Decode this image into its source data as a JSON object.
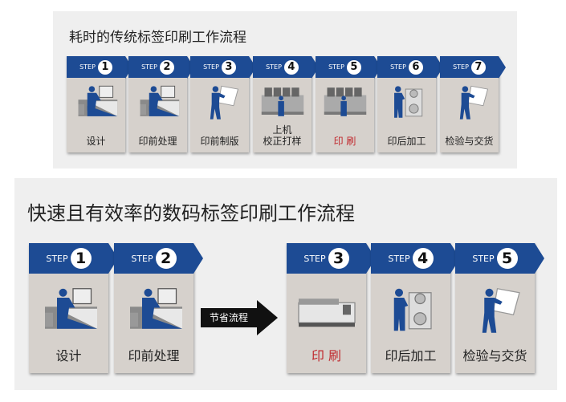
{
  "traditional": {
    "title": "耗时的传统标签印刷工作流程",
    "steps": [
      {
        "step": "STEP",
        "num": "1",
        "label": "设计",
        "icon": "designer-at-computer"
      },
      {
        "step": "STEP",
        "num": "2",
        "label": "印前处理",
        "icon": "designer-at-computer"
      },
      {
        "step": "STEP",
        "num": "3",
        "label": "印前制版",
        "icon": "worker-holding-plate"
      },
      {
        "step": "STEP",
        "num": "4",
        "label": "上机\n校正打样",
        "icon": "printing-press"
      },
      {
        "step": "STEP",
        "num": "5",
        "label": "印 刷",
        "icon": "printing-press"
      },
      {
        "step": "STEP",
        "num": "6",
        "label": "印后加工",
        "icon": "finishing-machine"
      },
      {
        "step": "STEP",
        "num": "7",
        "label": "检验与交货",
        "icon": "worker-holding-plate"
      }
    ]
  },
  "digital": {
    "title": "快速且有效率的数码标签印刷工作流程",
    "arrow_label": "节省流程",
    "steps": [
      {
        "step": "STEP",
        "num": "1",
        "label": "设计",
        "icon": "designer-at-computer"
      },
      {
        "step": "STEP",
        "num": "2",
        "label": "印前处理",
        "icon": "designer-at-computer"
      },
      {
        "step": "STEP",
        "num": "3",
        "label": "印 刷",
        "icon": "digital-press"
      },
      {
        "step": "STEP",
        "num": "4",
        "label": "印后加工",
        "icon": "finishing-machine"
      },
      {
        "step": "STEP",
        "num": "5",
        "label": "检验与交货",
        "icon": "worker-holding-plate"
      }
    ]
  },
  "colors": {
    "header": "#1d4b94",
    "highlight": "#c0282d"
  }
}
